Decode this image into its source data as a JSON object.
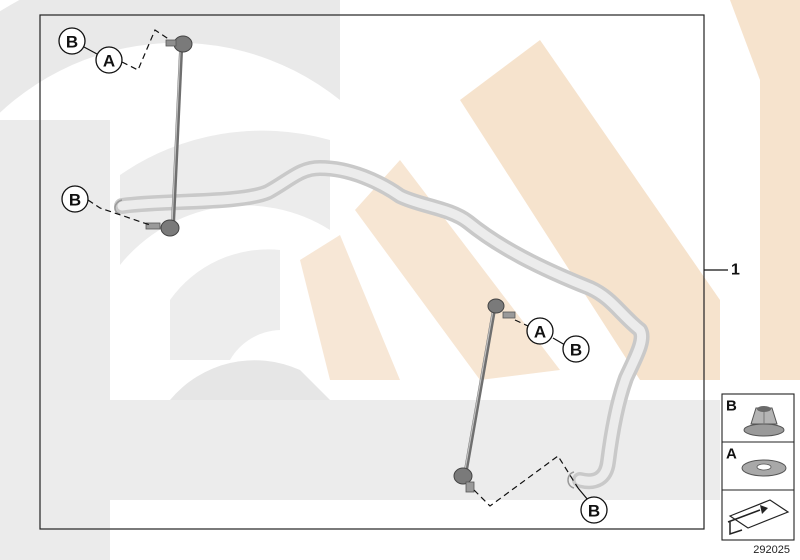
{
  "diagram": {
    "callouts": {
      "top_left_b": "B",
      "top_left_a": "A",
      "mid_left_b": "B",
      "mid_right_a": "A",
      "mid_right_b": "B",
      "bottom_right_b": "B"
    },
    "part_ref": "1",
    "legend": [
      {
        "letter": "B",
        "icon": "flange-nut-icon"
      },
      {
        "letter": "A",
        "icon": "washer-icon"
      },
      {
        "letter": "",
        "icon": "page-arrow-icon"
      }
    ],
    "diagram_number": "292025",
    "colors": {
      "watermark_grey": "#e4e4e4",
      "watermark_peach": "#f6e2cc",
      "stabilizer_bar": "#e6e6e6",
      "link_metal": "#8a8a8a",
      "frame": "#222222"
    }
  }
}
